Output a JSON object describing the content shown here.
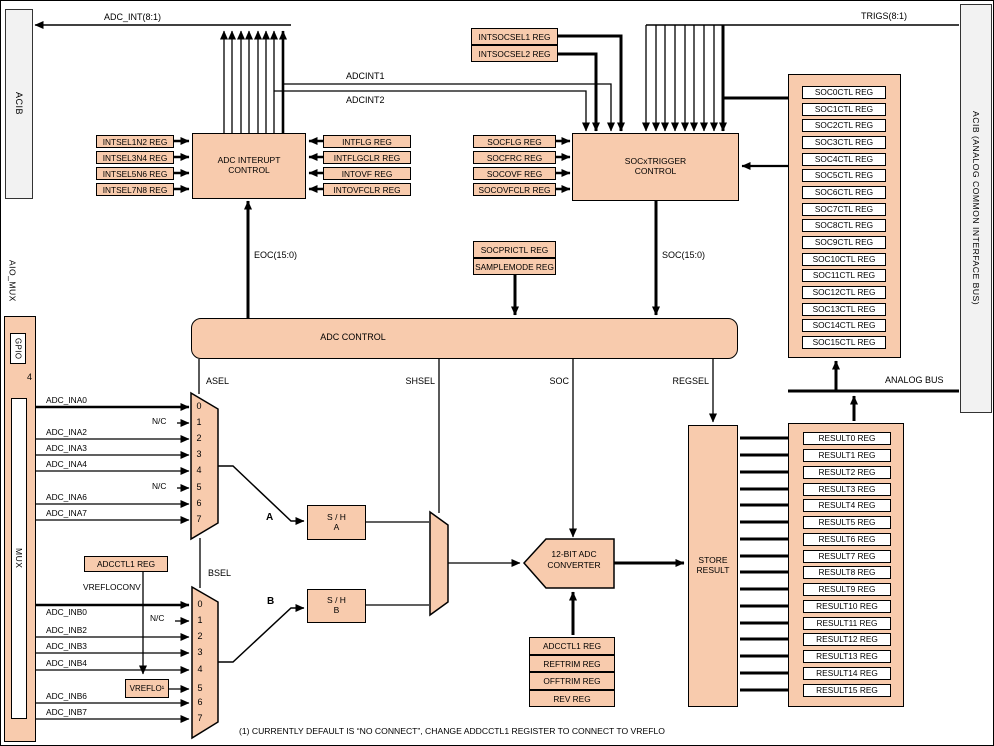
{
  "buses": {
    "adc_int": "ADC_INT(8:1)",
    "trigs": "TRIGS(8:1)",
    "acib_left": "ACIB",
    "acib_right": "ACIB (ANALOG COMMON INTERFACE BUS)",
    "analog_bus": "ANALOG BUS",
    "eoc": "EOC(15:0)",
    "soc": "SOC(15:0)",
    "adcint1": "ADCINT1",
    "adcint2": "ADCINT2"
  },
  "interrupt": {
    "control_line1": "ADC INTERUPT",
    "control_line2": "CONTROL",
    "intsel_regs": [
      "INTSEL1N2 REG",
      "INTSEL3N4 REG",
      "INTSEL5N6 REG",
      "INTSEL7N8 REG"
    ],
    "flag_regs": [
      "INTFLG REG",
      "INTFLGCLR REG",
      "INTOVF REG",
      "INTOVFCLR REG"
    ],
    "intsocsel_regs": [
      "INTSOCSEL1 REG",
      "INTSOCSEL2 REG"
    ]
  },
  "soc_trigger": {
    "control_line1": "SOCxTRIGGER",
    "control_line2": "CONTROL",
    "flag_regs": [
      "SOCFLG  REG",
      "SOCFRC  REG",
      "SOCOVF REG",
      "SOCOVFCLR REG"
    ],
    "ctl_regs": [
      "SOC0CTL  REG",
      "SOC1CTL  REG",
      "SOC2CTL  REG",
      "SOC3CTL  REG",
      "SOC4CTL  REG",
      "SOC5CTL  REG",
      "SOC6CTL  REG",
      "SOC7CTL  REG",
      "SOC8CTL  REG",
      "SOC9CTL  REG",
      "SOC10CTL  REG",
      "SOC11CTL  REG",
      "SOC12CTL  REG",
      "SOC13CTL  REG",
      "SOC14CTL  REG",
      "SOC15CTL  REG"
    ],
    "pri_regs": [
      "SOCPRICTL REG",
      "SAMPLEMODE REG"
    ]
  },
  "adc_control": {
    "label": "ADC CONTROL",
    "asel": "ASEL",
    "shsel": "SHSEL",
    "soc": "SOC",
    "regsel": "REGSEL"
  },
  "analog_in": {
    "aio_mux": "AIO_MUX",
    "gpio": "GPIO",
    "mux": "MUX",
    "bus_width": "4",
    "nc": "N/C",
    "bsel": "BSEL",
    "a_label": "A",
    "b_label": "B",
    "vrefloconv": "VREFLOCONV",
    "adcctl1_reg": "ADCCTL1 REG",
    "vreflo": "VREFLO¹",
    "mux_inputs": [
      "0",
      "1",
      "2",
      "3",
      "4",
      "5",
      "6",
      "7"
    ],
    "ina": [
      "ADC_INA0",
      "ADC_INA2",
      "ADC_INA3",
      "ADC_INA4",
      "ADC_INA6",
      "ADC_INA7"
    ],
    "inb": [
      "ADC_INB0",
      "ADC_INB2",
      "ADC_INB3",
      "ADC_INB4",
      "ADC_INB6",
      "ADC_INB7"
    ]
  },
  "sample_hold": {
    "a_line1": "S / H",
    "a_line2": "A",
    "b_line1": "S / H",
    "b_line2": "B"
  },
  "converter": {
    "line1": "12-BIT ADC",
    "line2": "CONVERTER",
    "trim_regs": [
      "ADCCTL1 REG",
      "REFTRIM REG",
      "OFFTRIM REG",
      "REV REG"
    ]
  },
  "results": {
    "store_line1": "STORE",
    "store_line2": "RESULT",
    "regs": [
      "RESULT0  REG",
      "RESULT1  REG",
      "RESULT2  REG",
      "RESULT3  REG",
      "RESULT4  REG",
      "RESULT5  REG",
      "RESULT6  REG",
      "RESULT7  REG",
      "RESULT8  REG",
      "RESULT9  REG",
      "RESULT10  REG",
      "RESULT11  REG",
      "RESULT12  REG",
      "RESULT13  REG",
      "RESULT14  REG",
      "RESULT15  REG"
    ]
  },
  "footnote": "(1)  CURRENTLY DEFAULT IS “NO CONNECT”,  CHANGE ADDCCTL1 REGISTER TO CONNECT TO VREFLO"
}
